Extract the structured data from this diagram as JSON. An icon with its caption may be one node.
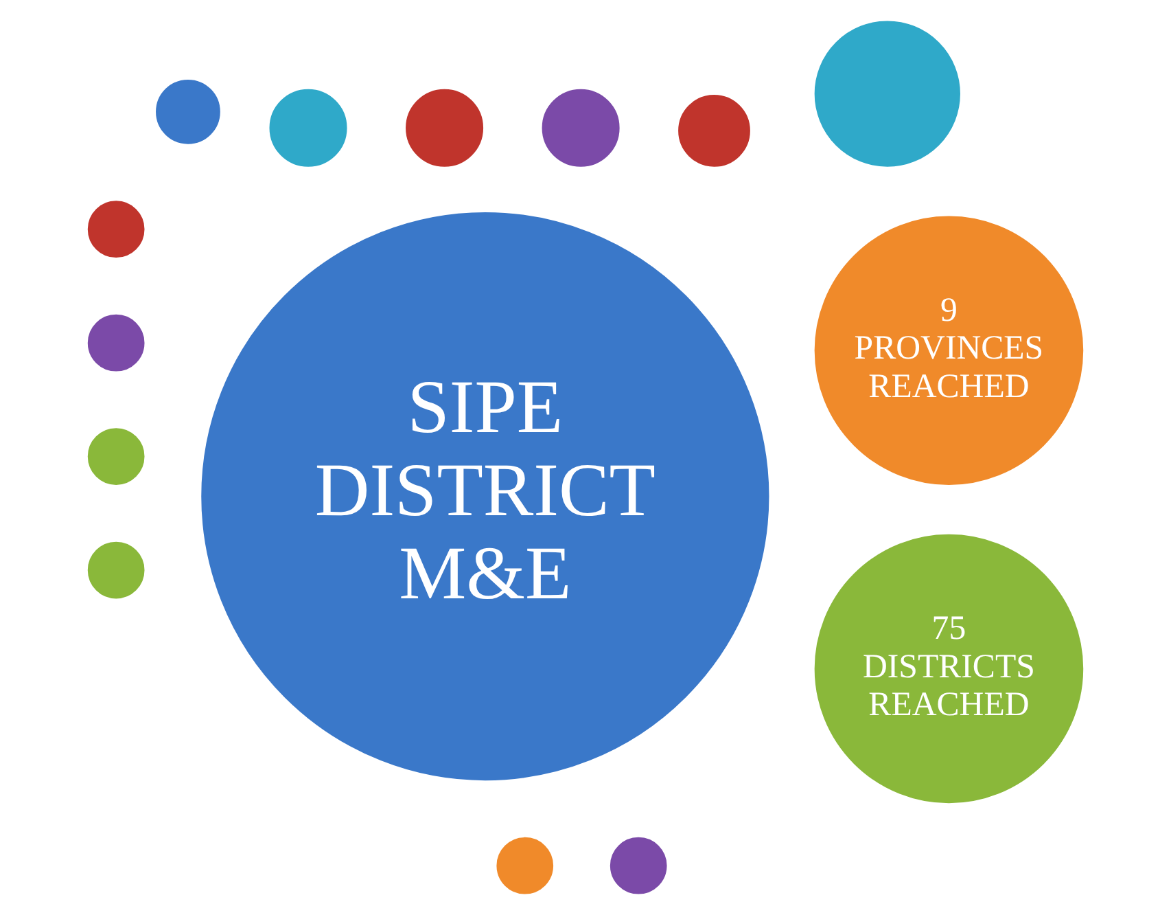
{
  "diagram": {
    "nodes": [
      {
        "text": [
          "SIPE DISTRICT M&E"
        ]
      },
      {
        "text": [
          "75 DISTRICTS REACHED"
        ]
      },
      {
        "text": [
          "9 PROVINCES REACHED"
        ]
      },
      {
        "text": [],
        "shape": "circle"
      },
      {
        "text": [],
        "shape": "circle"
      },
      {
        "text": [],
        "shape": "circle"
      },
      {
        "text": [],
        "shape": "circle"
      },
      {
        "text": [],
        "shape": "circle"
      },
      {
        "text": [],
        "shape": "circle"
      },
      {
        "text": [],
        "shape": "circle"
      },
      {
        "text": [],
        "shape": "circle"
      },
      {
        "text": [],
        "shape": "circle"
      },
      {
        "text": [],
        "shape": "circle"
      },
      {
        "text": [],
        "shape": "circle"
      },
      {
        "text": [],
        "shape": "circle"
      }
    ]
  }
}
